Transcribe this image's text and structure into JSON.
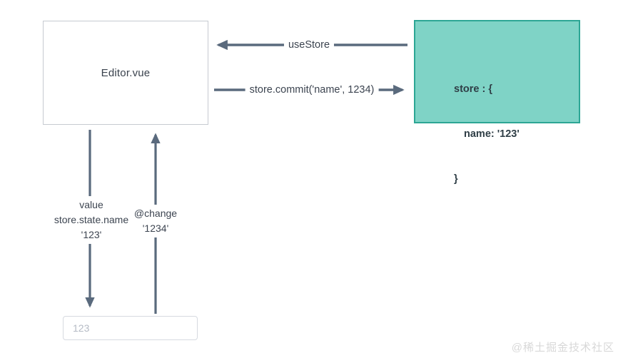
{
  "diagram": {
    "editor_box": {
      "label": "Editor.vue"
    },
    "store_box": {
      "lines": [
        "store : {",
        "name: '123'",
        "}"
      ]
    },
    "arrows": {
      "use_store": {
        "label": "useStore",
        "direction": "store-to-editor"
      },
      "commit": {
        "label": "store.commit('name', 1234)",
        "direction": "editor-to-store"
      },
      "value_binding": {
        "lines": [
          "value",
          "store.state.name",
          "'123'"
        ],
        "direction": "editor-to-input"
      },
      "change_event": {
        "lines": [
          "@change",
          "'1234'"
        ],
        "direction": "input-to-editor"
      }
    },
    "input": {
      "placeholder": "123"
    },
    "watermark": "@稀土掘金技术社区",
    "colors": {
      "store_box_fill": "#7FD3C6",
      "store_box_border": "#2DA695",
      "editor_box_border": "#C6CAD1",
      "arrow": "#5A6A7D",
      "label_text": "#3C4450",
      "store_text": "#2F3E46",
      "input_border": "#D6DAE0",
      "input_text": "#B5BBC5",
      "watermark_text": "#D8D8D8",
      "background": "#FFFFFF"
    }
  }
}
